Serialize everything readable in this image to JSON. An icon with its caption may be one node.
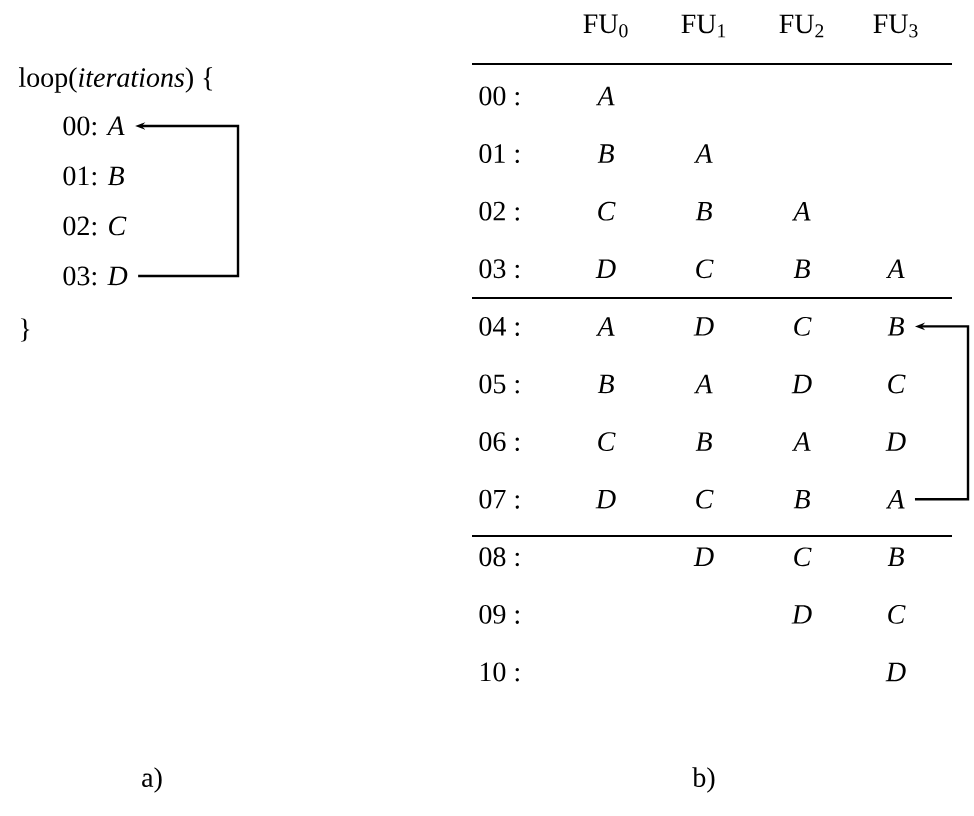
{
  "diagram": {
    "nodes": [
      {
        "text": [
          "00: *A*"
        ]
      },
      {
        "text": [
          "01: *B*"
        ]
      },
      {
        "text": [
          "02: *C*"
        ]
      },
      {
        "text": [
          "03: *D*"
        ]
      },
      {
        "text": [
          "B"
        ]
      },
      {
        "text": [
          "A"
        ]
      }
    ],
    "edges": [
      {
        "from": 3,
        "to": 0,
        "arrow": "to"
      },
      {
        "from": 5,
        "to": 4,
        "arrow": "to"
      }
    ],
    "labels": [
      "loop(*iterations*) {",
      "}",
      "FU$_{0}$",
      "FU$_{1}$",
      "FU$_{2}$",
      "FU$_{3}$",
      "00 :",
      "A",
      "01 :",
      "B",
      "A",
      "02 :",
      "C",
      "B",
      "A",
      "03 :",
      "D",
      "C",
      "B",
      "A",
      "04 :",
      "A",
      "D",
      "C",
      "05 :",
      "B",
      "A",
      "D",
      "C",
      "06 :",
      "C",
      "B",
      "A",
      "D",
      "07 :",
      "D",
      "C",
      "B",
      "08 :",
      "D",
      "C",
      "B",
      "09 :",
      "D",
      "C",
      "10 :",
      "D",
      "a)",
      "b)"
    ]
  }
}
